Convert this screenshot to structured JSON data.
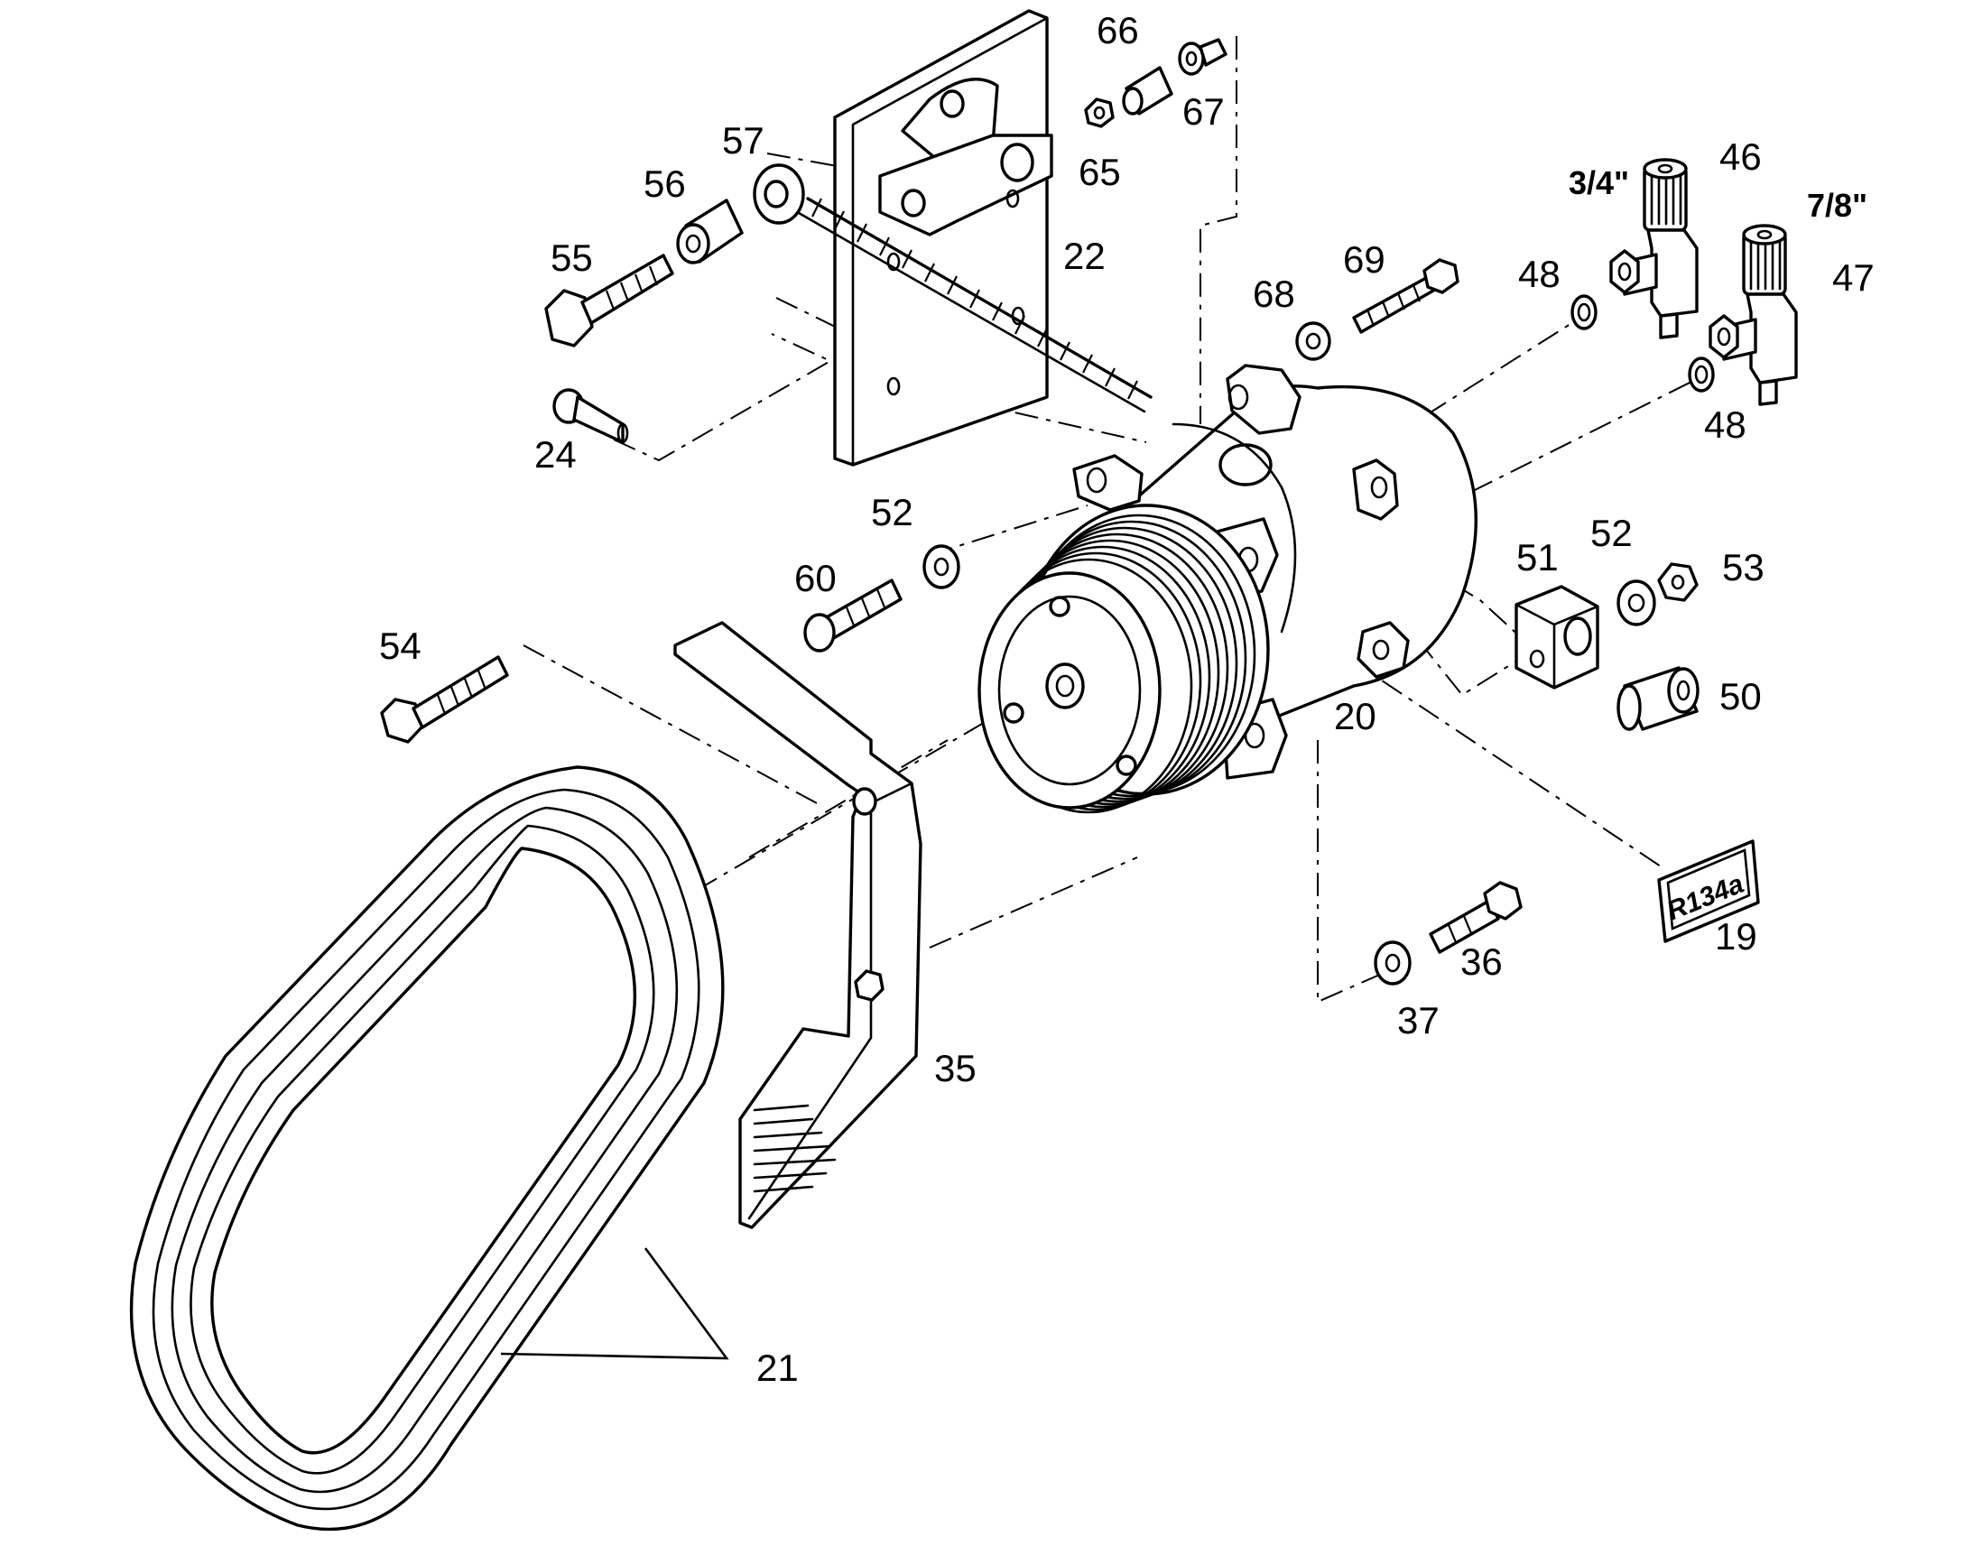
{
  "labels": {
    "p19": "19",
    "p20": "20",
    "p21": "21",
    "p22": "22",
    "p24": "24",
    "p35": "35",
    "p36": "36",
    "p37": "37",
    "p46": "46",
    "p47": "47",
    "p48a": "48",
    "p48b": "48",
    "p50": "50",
    "p51": "51",
    "p52a": "52",
    "p52b": "52",
    "p53": "53",
    "p54": "54",
    "p55": "55",
    "p56": "56",
    "p57": "57",
    "p60": "60",
    "p65": "65",
    "p66": "66",
    "p67": "67",
    "p68": "68",
    "p69": "69"
  },
  "fitting_sizes": {
    "fitting_46": "3/4\"",
    "fitting_47": "7/8\""
  },
  "decal_text": "R134a",
  "line_color": "#000000",
  "background_color": "#ffffff"
}
